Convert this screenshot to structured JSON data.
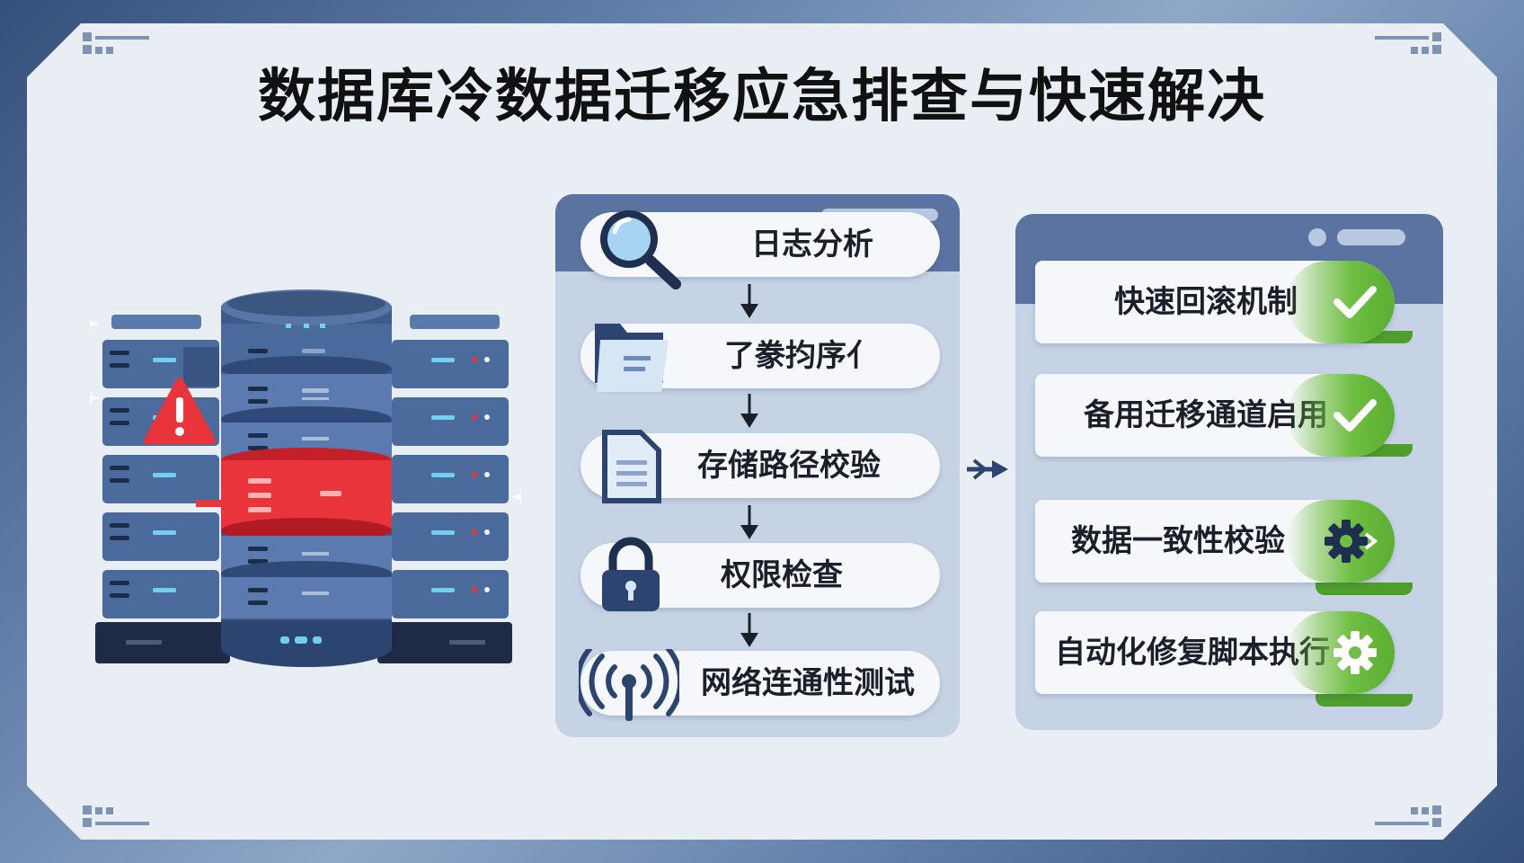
{
  "title": "数据库冷数据迁移应急排查与快速解决",
  "colors": {
    "frame": "#4a6690",
    "board": "#e9eef5",
    "panel": "#c6d3e5",
    "panel_header": "#5a73a0",
    "alert_red": "#e8343a",
    "success_green": "#6fbf42",
    "server_blue": "#4b6b9c"
  },
  "server_art": {
    "warning_icon": "warning-triangle-icon",
    "alert_icon": "exclamation-icon"
  },
  "diagnosis_steps": [
    {
      "label": "日志分析",
      "icon": "magnifier-icon"
    },
    {
      "label": "了豢抣序亻",
      "icon": "folder-icon"
    },
    {
      "label": "存储路径校验",
      "icon": "document-icon"
    },
    {
      "label": "权限检查",
      "icon": "padlock-icon"
    },
    {
      "label": "网络连通性测试",
      "icon": "wireless-signal-icon"
    }
  ],
  "solutions": [
    {
      "label": "快速回滚机制",
      "status_icon": "checkmark-icon"
    },
    {
      "label": "备用迁移通道启用",
      "status_icon": "checkmark-icon"
    },
    {
      "label": "数据一致性校验",
      "status_icon": "gear-icon"
    },
    {
      "label": "自动化修复脚本执行",
      "status_icon": "gear-icon"
    }
  ]
}
